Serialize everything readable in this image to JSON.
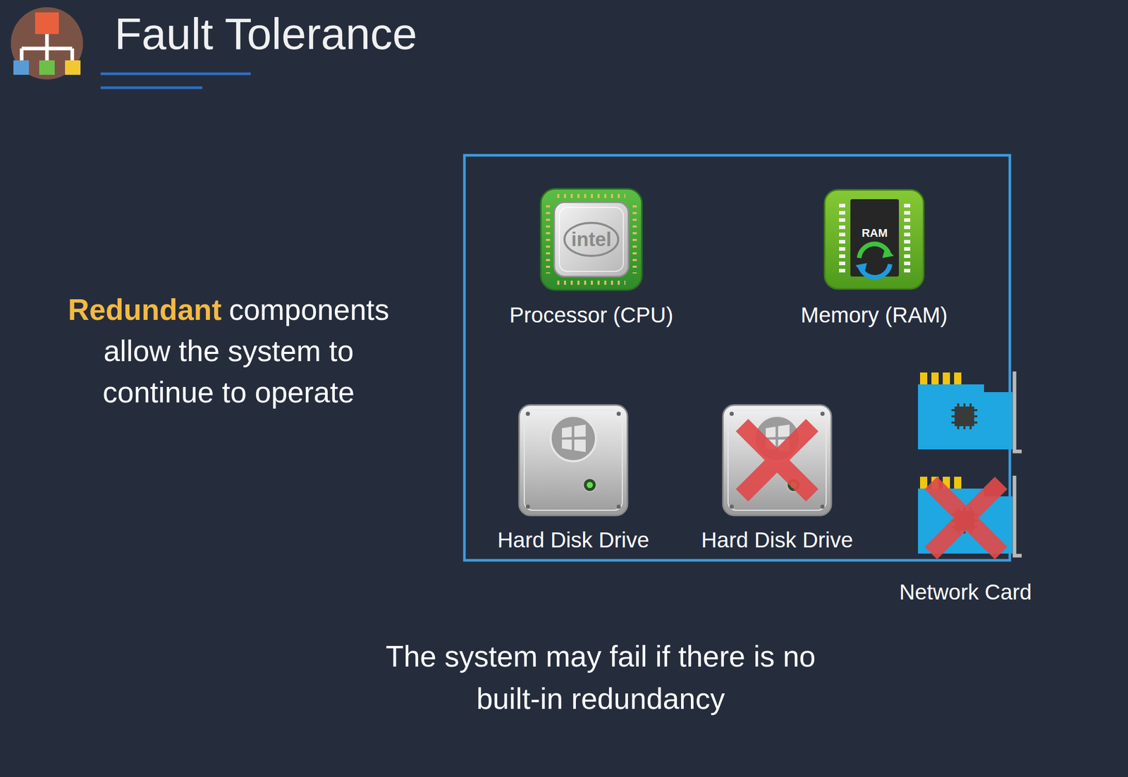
{
  "diagram": {
    "title": "Fault Tolerance",
    "caption": "The system may fail if there is no built-in redundancy",
    "labels": [
      "Redundant",
      "components allow the system to continue to operate",
      "intel",
      "RAM",
      "Processor (CPU)",
      "Memory (RAM)",
      "Hard Disk Drive",
      "Hard Disk Drive",
      "Network Card"
    ]
  }
}
